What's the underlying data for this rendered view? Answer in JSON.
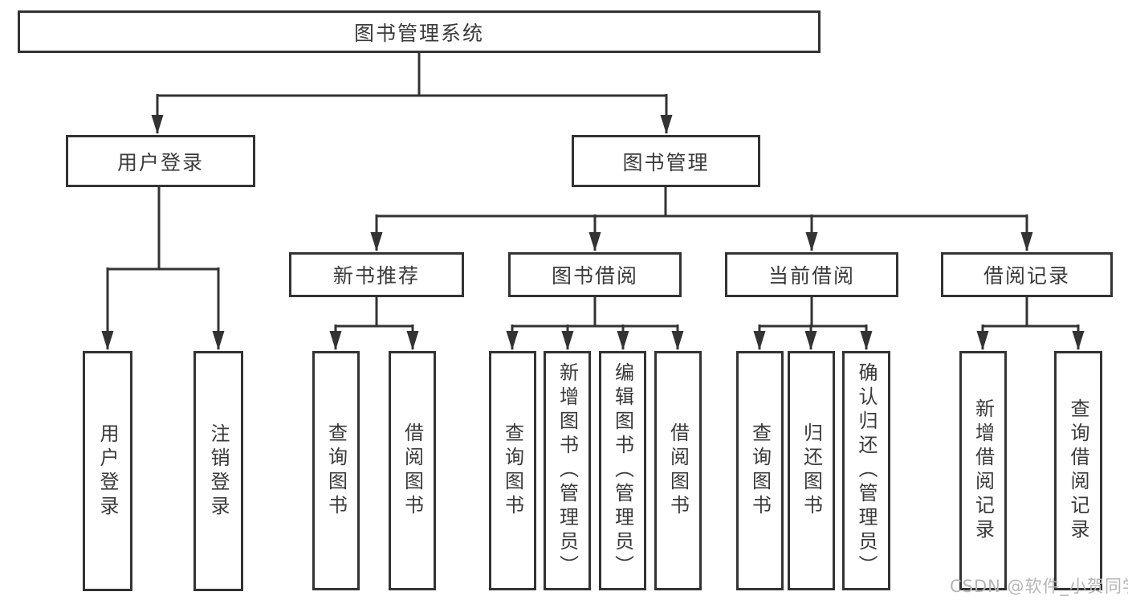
{
  "diagram": {
    "root": "图书管理系统",
    "branches": {
      "user_login": {
        "label": "用户登录",
        "children": {
          "login": "用户登录",
          "logout": "注销登录"
        }
      },
      "book_mgmt": {
        "label": "图书管理",
        "children": {
          "new_book_rec": {
            "label": "新书推荐",
            "children": {
              "query_book": "查询图书",
              "borrow_book": "借阅图书"
            }
          },
          "book_borrow": {
            "label": "图书借阅",
            "children": {
              "query_book": "查询图书",
              "add_book": "新增图书（管理员）",
              "edit_book": "编辑图书（管理员）",
              "borrow_book": "借阅图书"
            }
          },
          "current_borrow": {
            "label": "当前借阅",
            "children": {
              "query_book": "查询图书",
              "return_book": "归还图书",
              "confirm_return": "确认归还（管理员）"
            }
          },
          "borrow_record": {
            "label": "借阅记录",
            "children": {
              "add_record": "新增借阅记录",
              "query_record": "查询借阅记录"
            }
          }
        }
      }
    }
  },
  "watermark": "CSDN @软件_小贺同学",
  "colors": {
    "line": "#333333",
    "box-border": "#333333",
    "text": "#3a3a3a",
    "background": "#ffffff",
    "watermark": "#b6b6b6"
  }
}
